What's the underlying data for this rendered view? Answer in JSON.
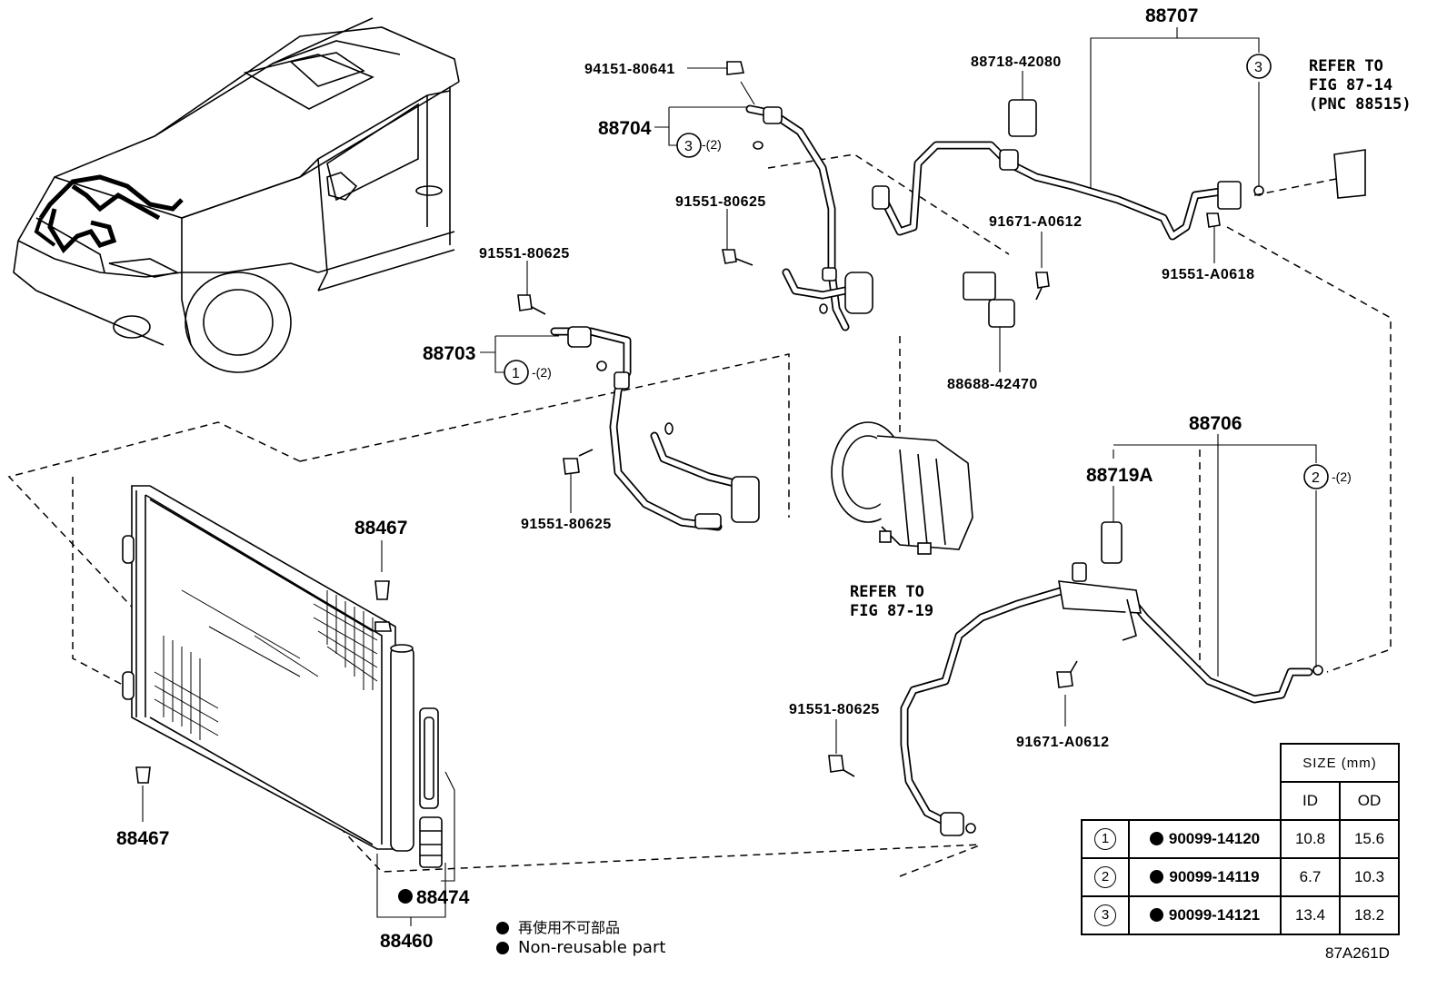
{
  "labels": {
    "p88707": "88707",
    "p94151": "94151-80641",
    "p88718": "88718-42080",
    "p88704": "88704",
    "p88704_qty": "-(2)",
    "p91551_80625_a": "91551-80625",
    "p91671_a": "91671-A0612",
    "p91551_a0618": "91551-A0618",
    "p91551_80625_b": "91551-80625",
    "p88703": "88703",
    "p88703_qty": "-(2)",
    "p88688": "88688-42470",
    "p88706": "88706",
    "p88719a": "88719A",
    "p88706_qty": "-(2)",
    "p91551_80625_c": "91551-80625",
    "p88467_top": "88467",
    "p88467_bot": "88467",
    "p91551_80625_d": "91551-80625",
    "p91671_b": "91671-A0612",
    "p88474": "88474",
    "p88460": "88460"
  },
  "refs": {
    "ref_top_1": "REFER TO",
    "ref_top_2": "FIG 87-14",
    "ref_top_3": "(PNC 88515)",
    "ref_comp_1": "REFER TO",
    "ref_comp_2": "FIG 87-19"
  },
  "circle_refs": {
    "c1": "1",
    "c2": "2",
    "c3": "3"
  },
  "legend": {
    "line1": "再使用不可部品",
    "line2": "Non-reusable part"
  },
  "size_table": {
    "title": "SIZE (mm)",
    "col_id": "ID",
    "col_od": "OD",
    "rows": [
      {
        "ref": "1",
        "part": "90099-14120",
        "id": "10.8",
        "od": "15.6"
      },
      {
        "ref": "2",
        "part": "90099-14119",
        "id": "6.7",
        "od": "10.3"
      },
      {
        "ref": "3",
        "part": "90099-14121",
        "id": "13.4",
        "od": "18.2"
      }
    ]
  },
  "figure_code": "87A261D"
}
